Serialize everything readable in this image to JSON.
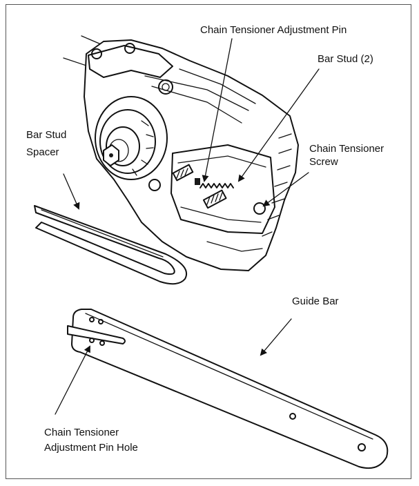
{
  "labels": {
    "adjustment_pin": "Chain Tensioner Adjustment Pin",
    "bar_stud": "Bar Stud (2)",
    "tensioner_screw_line1": "Chain Tensioner",
    "tensioner_screw_line2": "Screw",
    "spacer_line1": "Bar Stud",
    "spacer_line2": "Spacer",
    "guide_bar": "Guide Bar",
    "pin_hole_line1": "Chain Tensioner",
    "pin_hole_line2": "Adjustment Pin Hole"
  }
}
